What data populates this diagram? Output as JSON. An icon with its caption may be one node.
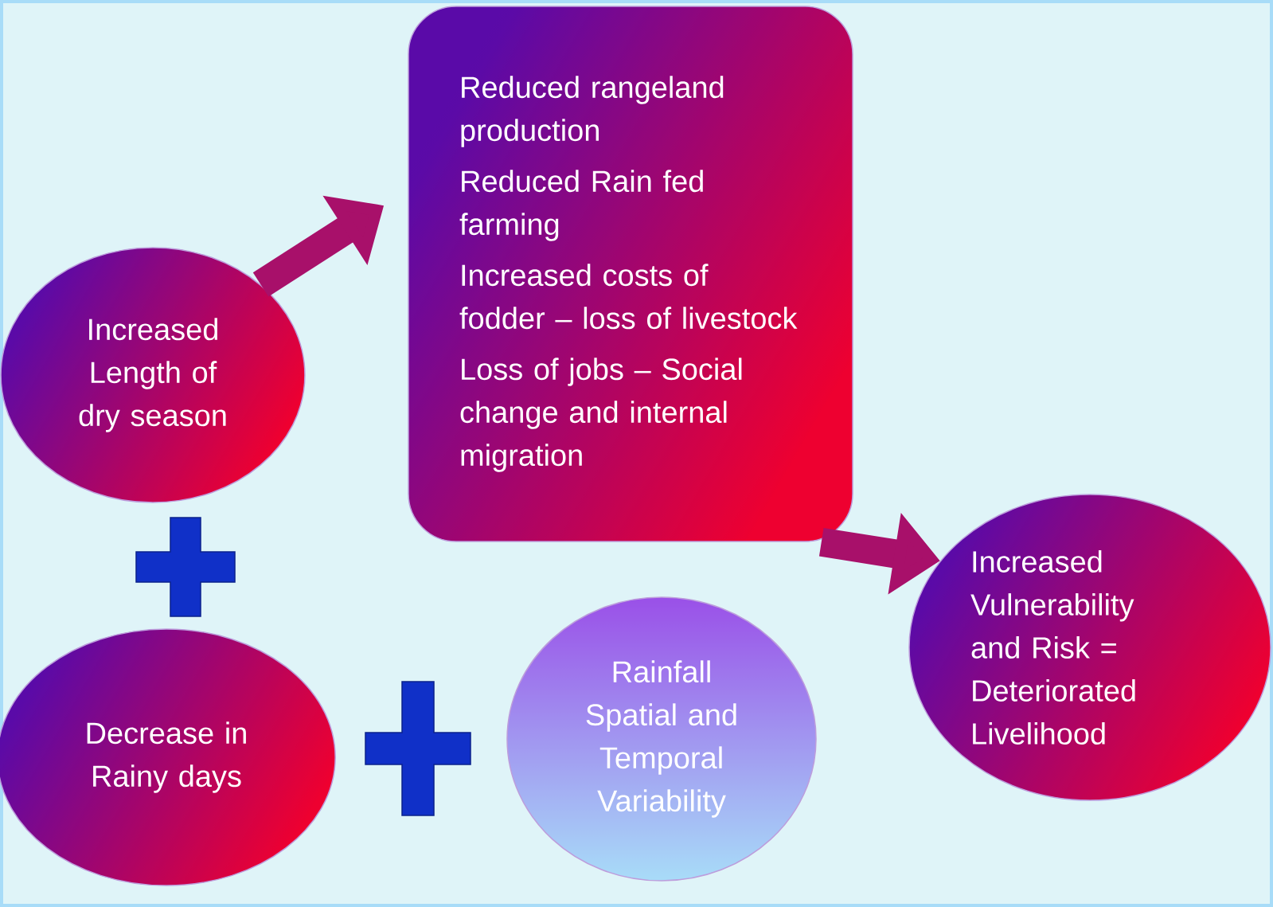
{
  "diagram": {
    "nodes": [
      {
        "text": [
          "Increased Length of dry season"
        ]
      },
      {
        "text": [
          "Reduced rangeland production",
          "Reduced Rain fed farming",
          "Increased costs of fodder – loss of livestock",
          "Loss of jobs – Social change and internal migration"
        ]
      },
      {
        "text": [
          "Increased Vulnerability and Risk = Deteriorated Livelihood"
        ]
      },
      {
        "text": [
          "Decrease  in Rainy days"
        ]
      },
      {
        "text": [
          "Rainfall Spatial and Temporal Variability"
        ]
      },
      {
        "text": [],
        "shape": "plus"
      },
      {
        "text": [],
        "shape": "plus"
      }
    ],
    "edges": [
      {
        "from": 0,
        "to": 1,
        "arrow": "to"
      },
      {
        "from": 1,
        "to": 2,
        "arrow": "to"
      }
    ]
  }
}
